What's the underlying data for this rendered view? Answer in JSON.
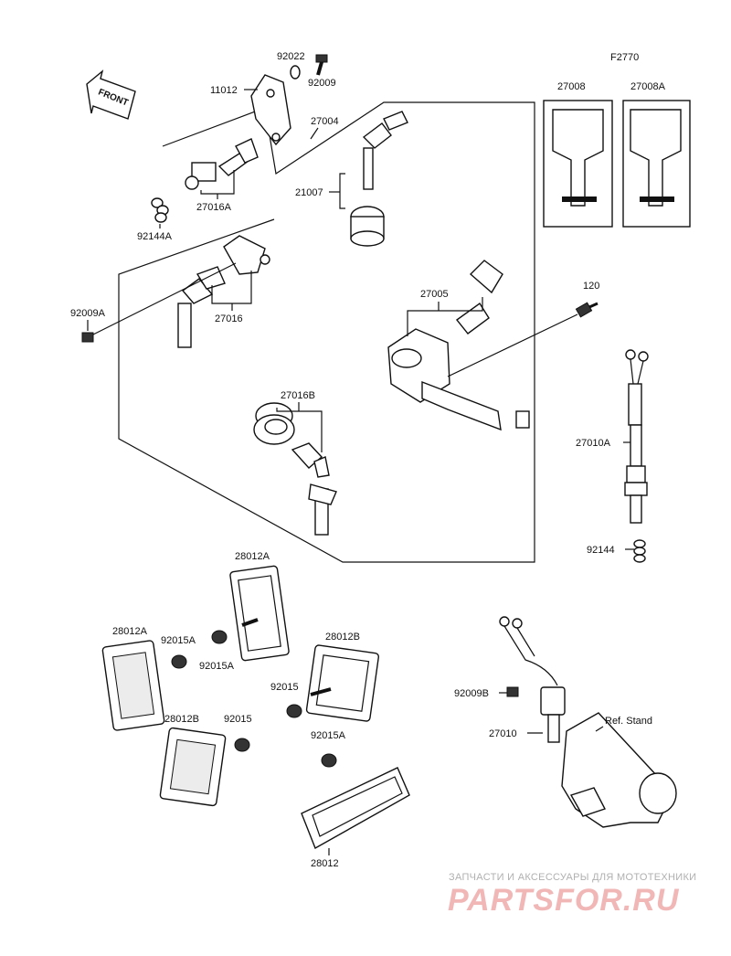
{
  "figure_code": "F2770",
  "front_label": "FRONT",
  "labels": {
    "p92022": "92022",
    "p92009": "92009",
    "p11012": "11012",
    "p27004": "27004",
    "p27008": "27008",
    "p27008A": "27008A",
    "p21007": "21007",
    "p27016A": "27016A",
    "p92144A": "92144A",
    "p92009A": "92009A",
    "p27016": "27016",
    "p27005": "27005",
    "p120": "120",
    "p27016B": "27016B",
    "p27010A": "27010A",
    "p92144": "92144",
    "p28012A_top": "28012A",
    "p28012A_left": "28012A",
    "p92015A_1": "92015A",
    "p92015A_2": "92015A",
    "p28012B_right": "28012B",
    "p92015_1": "92015",
    "p28012B_bottom": "28012B",
    "p92015_2": "92015",
    "p92015A_3": "92015A",
    "p28012": "28012",
    "p92009B": "92009B",
    "p27010": "27010",
    "ref_stand": "Ref. Stand"
  },
  "watermark": {
    "line1": "ЗАПЧАСТИ И АКСЕССУАРЫ ДЛЯ МОТОТЕХНИКИ",
    "line2": "PARTSFOR.RU"
  }
}
